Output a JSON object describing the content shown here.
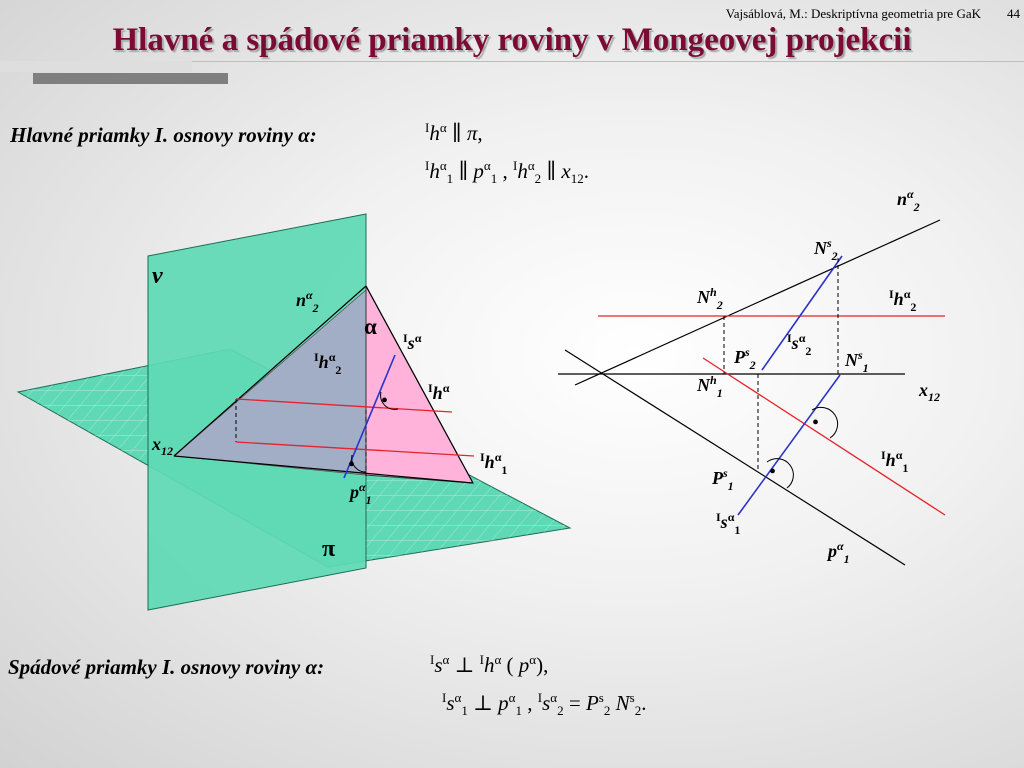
{
  "header": {
    "author_note": "Vajsáblová, M.: Deskriptívna geometria pre GaK",
    "page_number": "44"
  },
  "title": "Hlavné a spádové priamky roviny v Mongeovej projekcii",
  "main_lines": {
    "heading": "Hlavné priamky I. osnovy roviny α:",
    "formula1": {
      "sup1": "I",
      "var1": "h",
      "sup2": "α",
      "rel": "∥",
      "var2": "π",
      "tail": ","
    },
    "formula2": {
      "sup1": "I",
      "var1": "h",
      "sup2": "α",
      "sub2": "1",
      "rel1": "∥",
      "var2": "p",
      "sup3": "α",
      "sub3": "1",
      "sep": ",",
      "sup4": "I",
      "var3": "h",
      "sup5": "α",
      "sub5": "2",
      "rel2": "∥",
      "var4": "x",
      "sub6": "12",
      "tail": "."
    }
  },
  "slope_lines": {
    "heading": "Spádové priamky I. osnovy roviny α:",
    "formula1": {
      "sup1": "I",
      "var1": "s",
      "sup2": "α",
      "rel": "⊥",
      "sup3": "I",
      "var2": "h",
      "sup4": "α",
      "open": "(",
      "var3": "p",
      "sup5": "α",
      "close": "),",
      "tail": ""
    },
    "formula2": {
      "sup1": "I",
      "var1": "s",
      "sup2": "α",
      "sub2": "1",
      "rel1": "⊥",
      "var2": "p",
      "sup3": "α",
      "sub3": "1",
      "sep": ",",
      "sup4": "I",
      "var3": "s",
      "sup5": "α",
      "sub5": "2",
      "eq": "=",
      "var4": "P",
      "sup6": "s",
      "sub6": "2",
      "var5": "N",
      "sup7": "s",
      "sub7": "2",
      "tail": "."
    }
  },
  "space_figure": {
    "labels": {
      "nu": "ν",
      "alpha": "α",
      "pi": "π",
      "n": "n",
      "n_sup": "α",
      "n_sub": "2",
      "s_pre": "I",
      "s": "s",
      "s_sup": "α",
      "h2_pre": "I",
      "h2": "h",
      "h2_sup": "α",
      "h2_sub": "2",
      "h_pre": "I",
      "h": "h",
      "h_sup": "α",
      "x": "x",
      "x_sub": "12",
      "h1_pre": "I",
      "h1": "h",
      "h1_sup": "α",
      "h1_sub": "1",
      "p": "p",
      "p_sup": "α",
      "p_sub": "1",
      "dot1": "•",
      "dot2": "•"
    },
    "colors": {
      "plane_green": "#5fd9b5",
      "plane_pink": "#ffb3da",
      "plane_grey": "#a9a9c8",
      "line_red": "#e6222a",
      "line_blue": "#2b33c8"
    }
  },
  "monge_figure": {
    "labels": {
      "n2": "n",
      "n2_sup": "α",
      "n2_sub": "2",
      "Ns2": "N",
      "Ns2_sup": "s",
      "Ns2_sub": "2",
      "Nh2": "N",
      "Nh2_sup": "h",
      "Nh2_sub": "2",
      "h2_pre": "I",
      "h2": "h",
      "h2_sup": "α",
      "h2_sub": "2",
      "s2_pre": "I",
      "s2": "s",
      "s2_sup": "α",
      "s2_sub": "2",
      "Ps2": "P",
      "Ps2_sup": "s",
      "Ps2_sub": "2",
      "Ns1": "N",
      "Ns1_sup": "s",
      "Ns1_sub": "1",
      "Nh1": "N",
      "Nh1_sup": "h",
      "Nh1_sub": "1",
      "x12": "x",
      "x12_sub": "12",
      "h1_pre": "I",
      "h1": "h",
      "h1_sup": "α",
      "h1_sub": "1",
      "Ps1": "P",
      "Ps1_sup": "s",
      "Ps1_sub": "1",
      "s1_pre": "I",
      "s1": "s",
      "s1_sup": "α",
      "s1_sub": "1",
      "p1": "p",
      "p1_sup": "α",
      "p1_sub": "1",
      "dot1": "•",
      "dot2": "•"
    },
    "colors": {
      "line_black": "#000000",
      "line_red": "#e6222a",
      "line_blue": "#2b33c8"
    }
  }
}
